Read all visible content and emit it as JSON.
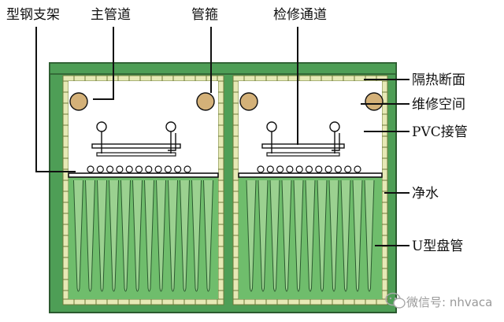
{
  "colors": {
    "tank_fill": "#4e9e56",
    "tank_stroke": "#2b5a2f",
    "insulation_fill": "#e6e9b5",
    "insulation_stroke": "#6d7a3a",
    "water_fill": "#6fbd6c",
    "coil_fill": "#9bd190",
    "pipe_fill": "#d4b178",
    "line": "#111111"
  },
  "labels": {
    "steel_support": "型钢支架",
    "main_pipe": "主管道",
    "pipe_clamp": "管箍",
    "service_passage": "检修通道",
    "insulation_section": "隔热断面",
    "maintenance_space": "维修空间",
    "pvc_fitting": "PVC接管",
    "clean_water": "净水",
    "u_coil": "U型盘管"
  },
  "watermark": {
    "text": "微信号: nhvaca",
    "icon": "wechat-icon"
  }
}
